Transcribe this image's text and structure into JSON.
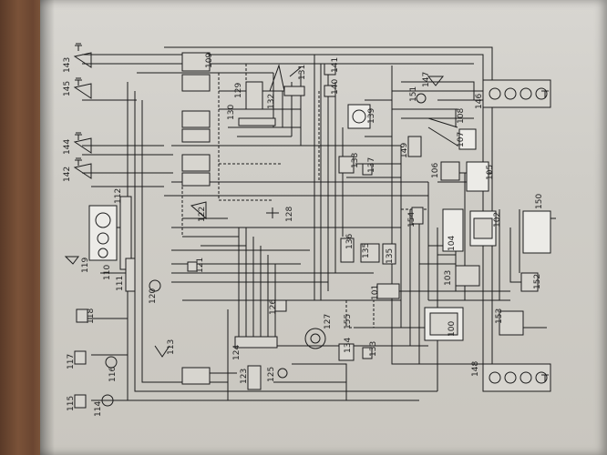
{
  "labels": {
    "c100": "100",
    "c101": "101",
    "c102": "102",
    "c103": "103",
    "c104": "104",
    "c105": "105",
    "c106": "106",
    "c107": "107",
    "c108": "108",
    "c109": "109",
    "c110": "110",
    "c111": "111",
    "c112": "112",
    "c113": "113",
    "c114": "114",
    "c115": "115",
    "c116": "116",
    "c117": "117",
    "c118": "118",
    "c119": "119",
    "c120": "120",
    "c121": "121",
    "c122": "122",
    "c123": "123",
    "c124": "124",
    "c125": "125",
    "c126": "126",
    "c127": "127",
    "c128": "128",
    "c129": "129",
    "c130": "130",
    "c131": "131",
    "c132": "132",
    "c133": "133",
    "c134": "134",
    "c135": "135",
    "c135b": "135",
    "c136": "136",
    "c137": "137",
    "c138": "138",
    "c139": "139",
    "c140": "140",
    "c141": "141",
    "c142": "142",
    "c143": "143",
    "c144": "144",
    "c145": "145",
    "c146": "146",
    "c147": "147",
    "c148": "148",
    "c149": "149",
    "c150": "150",
    "c151": "151",
    "c152": "152",
    "c153": "153",
    "c154": "154",
    "c155": "155"
  },
  "colors": {
    "paper": "#d3d1cb",
    "ink": "#1c1c1c",
    "floor": "#6a4630"
  }
}
